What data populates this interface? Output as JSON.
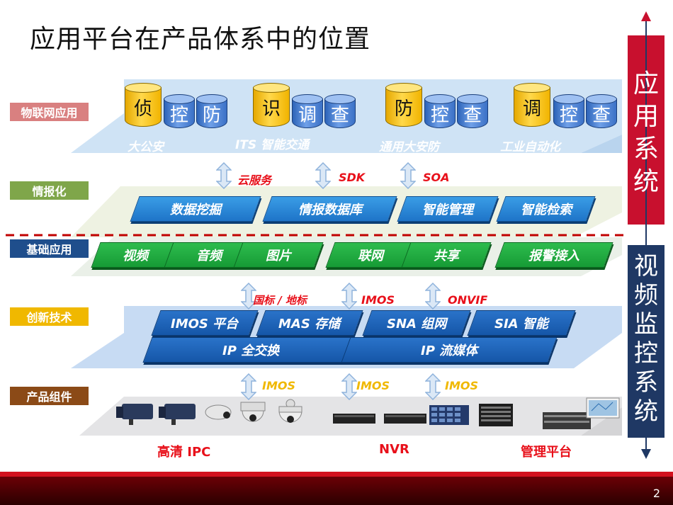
{
  "title": "应用平台在产品体系中的位置",
  "layers": {
    "iot": {
      "label": "物联网应用",
      "color": "#d98080"
    },
    "intel": {
      "label": "情报化",
      "color": "#7fa64a"
    },
    "base": {
      "label": "基础应用",
      "color": "#1f4e8c"
    },
    "innov": {
      "label": "创新技术",
      "color": "#f0b800"
    },
    "product": {
      "label": "产品组件",
      "color": "#8b4a17"
    }
  },
  "apps": [
    {
      "label": "大公安",
      "main": "侦",
      "sub1": "控",
      "sub2": "防"
    },
    {
      "label": "ITS 智能交通",
      "main": "识",
      "sub1": "调",
      "sub2": "查"
    },
    {
      "label": "通用大安防",
      "main": "防",
      "sub1": "控",
      "sub2": "查"
    },
    {
      "label": "工业自动化",
      "main": "调",
      "sub1": "控",
      "sub2": "查"
    }
  ],
  "links_top": [
    "云服务",
    "SDK",
    "SOA"
  ],
  "intel_boxes": [
    "数据挖掘",
    "情报数据库",
    "智能管理",
    "智能检索"
  ],
  "base_boxes": [
    "视频",
    "音频",
    "图片",
    "联网",
    "共享",
    "报警接入"
  ],
  "links_mid": [
    "国标 / 地标",
    "IMOS",
    "ONVIF"
  ],
  "innov_boxes_top": [
    "IMOS 平台",
    "MAS 存储",
    "SNA 组网",
    "SIA 智能"
  ],
  "innov_boxes_bottom": [
    "IP 全交换",
    "IP 流媒体"
  ],
  "links_bottom": [
    "IMOS",
    "IMOS",
    "IMOS"
  ],
  "products": [
    "高清  IPC",
    "NVR",
    "管理平台"
  ],
  "side": {
    "app_system": "应用系统",
    "video_system": "视频监控系统"
  },
  "page_number": "2"
}
